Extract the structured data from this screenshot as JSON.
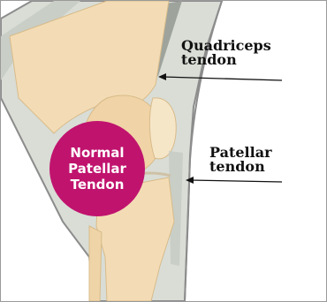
{
  "labels": {
    "quadriceps": [
      "Quadriceps",
      "tendon"
    ],
    "patellar": [
      "Patellar",
      "tendon"
    ]
  },
  "badge": {
    "lines": [
      "Normal",
      "Patellar",
      "Tendon"
    ]
  },
  "colors": {
    "skin_outline": "#8c8c8c",
    "soft_tissue": "#d9ddd6",
    "bone": "#f3dcb5",
    "bone_shadow": "#e4c89a",
    "tendon_dark": "#9ea39c",
    "badge": "#c0136e"
  }
}
